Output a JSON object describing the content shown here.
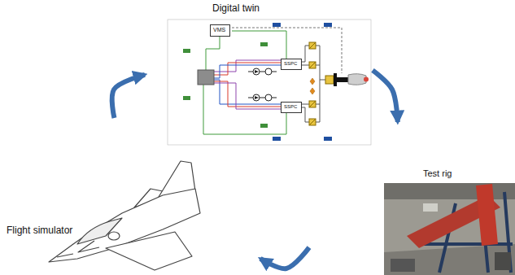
{
  "diagram": {
    "nodes": [
      {
        "text": [
          "Digital twin"
        ]
      },
      {
        "text": [
          "VMS"
        ],
        "in": 0
      },
      {
        "text": [
          "SSPC"
        ],
        "in": 0
      },
      {
        "text": [
          "SSPC"
        ],
        "in": 0
      },
      {
        "text": [
          "Test rig"
        ]
      },
      {
        "text": [
          "Flight simulator"
        ]
      }
    ],
    "edges": [
      {
        "from": 0,
        "to": 4,
        "arrow": "to"
      },
      {
        "from": 4,
        "to": 5,
        "arrow": "to"
      },
      {
        "from": 5,
        "to": 0,
        "arrow": "to"
      }
    ]
  }
}
